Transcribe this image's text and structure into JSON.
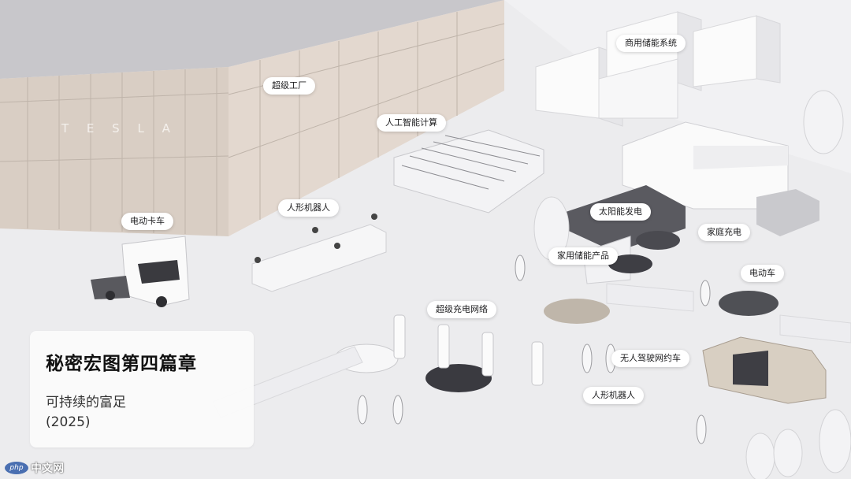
{
  "scene": {
    "brand_sign": "T E S L A",
    "labels": {
      "gigafactory": "超级工厂",
      "commercial_storage": "商用储能系统",
      "ai_compute": "人工智能计算",
      "electric_truck": "电动卡车",
      "humanoid_robot_line": "人形机器人",
      "solar": "太阳能发电",
      "home_charging": "家庭充电",
      "home_storage": "家用储能产品",
      "electric_car": "电动车",
      "supercharger_network": "超级充电网络",
      "robotaxi": "无人驾驶网约车",
      "humanoid_robot_street": "人形机器人"
    }
  },
  "info_card": {
    "title": "秘密宏图第四篇章",
    "subtitle": "可持续的富足",
    "year": "(2025)"
  },
  "watermark": {
    "logo": "php",
    "text": "中文网"
  },
  "colors": {
    "ground": "#ececee",
    "factory_facade": "#d9cec4",
    "factory_roof": "#c9c8cc",
    "label_bg": "#ffffff",
    "card_bg": "#fafafa"
  }
}
